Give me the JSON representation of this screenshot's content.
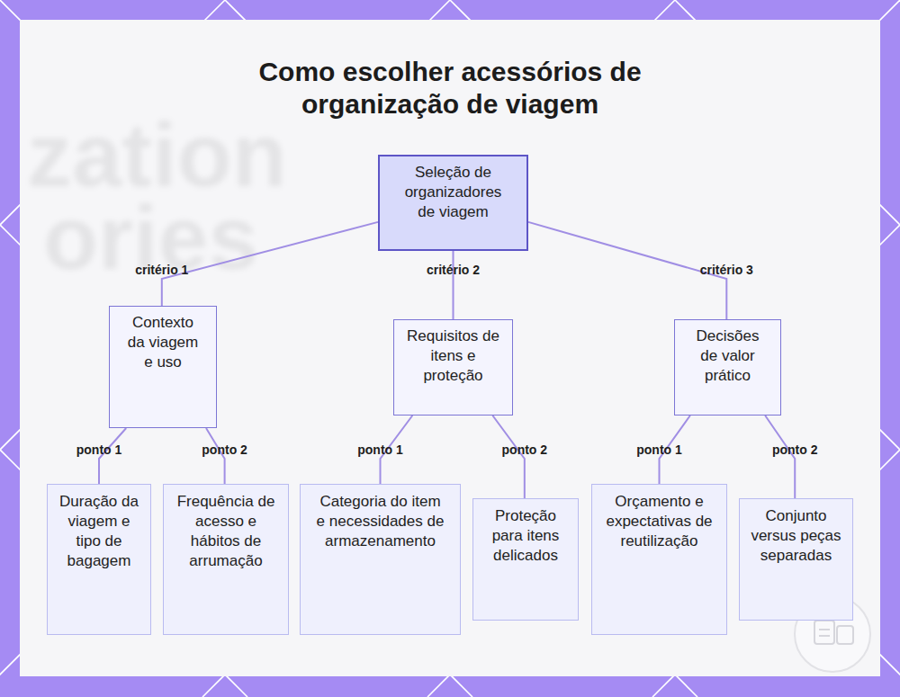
{
  "diagram": {
    "title": "Como escolher acessórios de organização de viagem",
    "nodes": [
      {
        "text": [
          "Seleção de organizadores de viagem"
        ]
      },
      {
        "text": [
          "Contexto da viagem e uso"
        ]
      },
      {
        "text": [
          "Requisitos de itens e proteção"
        ]
      },
      {
        "text": [
          "Decisões de valor prático"
        ]
      },
      {
        "text": [
          "Duração da viagem e tipo de bagagem"
        ]
      },
      {
        "text": [
          "Frequência de acesso e hábitos de arrumação"
        ]
      },
      {
        "text": [
          "Categoria do item e necessidades de armazenamento"
        ]
      },
      {
        "text": [
          "Proteção para itens delicados"
        ]
      },
      {
        "text": [
          "Orçamento e expectativas de reutilização"
        ]
      },
      {
        "text": [
          "Conjunto versus peças separadas"
        ]
      }
    ],
    "edges": [
      {
        "from": 0,
        "to": 1,
        "label": "critério 1",
        "arrow": "none"
      },
      {
        "from": 0,
        "to": 2,
        "label": "critério 2",
        "arrow": "none"
      },
      {
        "from": 0,
        "to": 3,
        "label": "critério 3",
        "arrow": "none"
      },
      {
        "from": 1,
        "to": 4,
        "label": "ponto 1",
        "arrow": "none"
      },
      {
        "from": 1,
        "to": 5,
        "label": "ponto 2",
        "arrow": "none"
      },
      {
        "from": 2,
        "to": 6,
        "label": "ponto 1",
        "arrow": "none"
      },
      {
        "from": 2,
        "to": 7,
        "label": "ponto 2",
        "arrow": "none"
      },
      {
        "from": 3,
        "to": 8,
        "label": "ponto 1",
        "arrow": "none"
      },
      {
        "from": 3,
        "to": 9,
        "label": "ponto 2",
        "arrow": "none"
      }
    ],
    "labels": [
      "zation",
      "ories"
    ]
  }
}
